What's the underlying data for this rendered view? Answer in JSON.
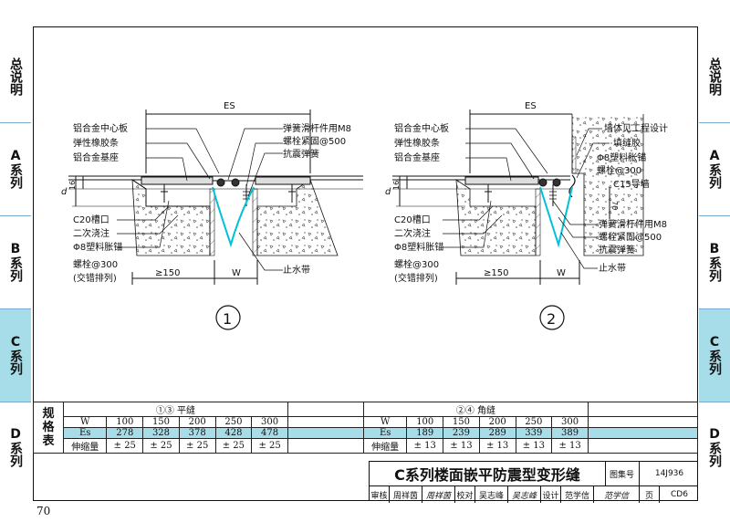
{
  "sidebar": [
    "总说明",
    "A系列",
    "B系列",
    "C系列",
    "D系列"
  ],
  "page_number": "70",
  "diagram1": {
    "number": "1",
    "es_label": "ES",
    "w_label": "W",
    "min_width": "≥150",
    "d_label": "d",
    "dim16": "16",
    "left_labels": [
      "铝合金中心板",
      "弹性橡胶条",
      "铝合金基座",
      "C20槽口",
      "二次浇注",
      "Φ8塑料胀锚",
      "螺栓@300",
      "(交错排列)"
    ],
    "right_labels": [
      "弹簧滑杆件用M8",
      "螺栓紧固@500",
      "抗震弹簧",
      "止水带"
    ]
  },
  "diagram2": {
    "number": "2",
    "es_label": "ES",
    "w_label": "W",
    "min_width": "≥150",
    "d_label": "d",
    "dim16": "16",
    "dim70": "70",
    "left_labels": [
      "铝合金中心板",
      "弹性橡胶条",
      "铝合金基座",
      "C20槽口",
      "二次浇注",
      "Φ8塑料胀锚",
      "螺栓@300",
      "(交错排列)"
    ],
    "right_labels": [
      "墙体见工程设计",
      "填缝胶",
      "Φ8塑料胀锚",
      "螺栓@300",
      "C15导墙",
      "弹簧滑杆件用M8",
      "螺栓紧固@500",
      "抗震弹簧",
      "止水带"
    ]
  },
  "spec_table": {
    "label": [
      "规",
      "格",
      "表"
    ],
    "left": {
      "heading": "①③ 平缝",
      "w_label": "W",
      "w": [
        "100",
        "150",
        "200",
        "250",
        "300"
      ],
      "es_label": "Es",
      "es": [
        "278",
        "328",
        "378",
        "428",
        "478"
      ],
      "shrink_label": "伸缩量",
      "shrink": [
        "± 25",
        "± 25",
        "± 25",
        "± 25",
        "± 25"
      ]
    },
    "right": {
      "heading": "②④ 角缝",
      "w_label": "W",
      "w": [
        "100",
        "150",
        "200",
        "250",
        "300"
      ],
      "es_label": "Es",
      "es": [
        "189",
        "239",
        "289",
        "339",
        "389"
      ],
      "shrink_label": "伸缩量",
      "shrink": [
        "± 13",
        "± 13",
        "± 13",
        "± 13",
        "± 13"
      ]
    }
  },
  "title_block": {
    "title": "C系列楼面嵌平防震型变形缝",
    "atlas_label": "图集号",
    "atlas_no": "14J936",
    "review_label": "审核",
    "reviewer": "周祥茵",
    "reviewer_sig": "周祥茵",
    "check_label": "校对",
    "checker": "吴志峰",
    "checker_sig": "吴志峰",
    "design_label": "设计",
    "designer": "范学信",
    "designer_sig": "范学信",
    "page_label": "页",
    "page_code": "CD6"
  },
  "colors": {
    "accent": "#a6dde9",
    "line": "#111111"
  }
}
